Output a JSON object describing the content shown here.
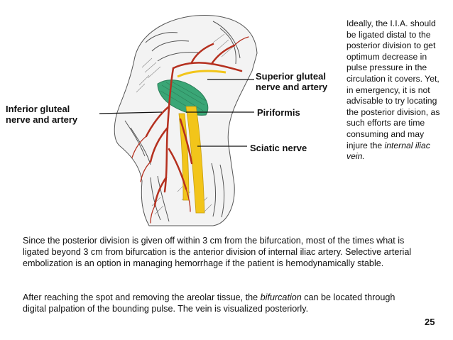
{
  "figure": {
    "labels": {
      "superior_line1": "Superior gluteal",
      "superior_line2": "nerve and artery",
      "inferior_line1": "Inferior gluteal",
      "inferior_line2": "nerve and artery",
      "piriformis": "Piriformis",
      "sciatic": "Sciatic nerve"
    },
    "colors": {
      "artery": "#b5301f",
      "nerve": "#f2c51a",
      "muscle": "#3aa676"
    }
  },
  "side_note": {
    "text": "Ideally, the I.I.A. should be ligated distal to the posterior division to get optimum decrease in pulse pressure in the circulation it covers. Yet, in emergency, it is not advisable to try locating the posterior division, as such efforts are time consuming and may injure the ",
    "emphasis": "internal iliac vein."
  },
  "body": {
    "para1": "Since the posterior division is given off within 3 cm from the bifurcation, most of the times what is ligated beyond 3 cm from bifurcation is the anterior division of internal iliac artery. Selective arterial embolization is an option in managing hemorrhage if the patient is hemodynamically stable.",
    "para2_start": "After reaching the spot and removing the areolar tissue, the ",
    "para2_emphasis": "bifurcation",
    "para2_end": " can be located through digital palpation of the bounding pulse. The vein is visualized posteriorly."
  },
  "page_number": "25"
}
